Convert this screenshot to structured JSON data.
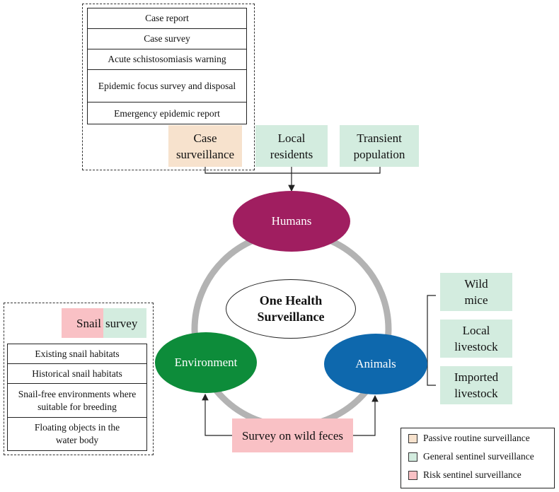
{
  "case_panel": {
    "items": [
      "Case report",
      "Case survey",
      "Acute schistosomiasis warning",
      "Epidemic focus survey and disposal",
      "Emergency epidemic report"
    ],
    "label": "Case surveillance"
  },
  "top_boxes": {
    "local_residents": "Local residents",
    "transient_population": "Transient population"
  },
  "center": {
    "label": "One Health Surveillance"
  },
  "nodes": {
    "humans": "Humans",
    "environment": "Environment",
    "animals": "Animals"
  },
  "snail_panel": {
    "header_part1": "Snail",
    "header_part2": "survey",
    "items": [
      "Existing snail habitats",
      "Historical snail habitats",
      "Snail-free environments where suitable for breeding",
      "Floating objects in the water body"
    ]
  },
  "animal_boxes": [
    "Wild mice",
    "Local livestock",
    "Imported livestock"
  ],
  "wild_feces": "Survey on wild feces",
  "legend": [
    {
      "label": "Passive routine surveillance",
      "color": "#f7e2cd"
    },
    {
      "label": "General sentinel surveillance",
      "color": "#d3ecdf"
    },
    {
      "label": "Risk sentinel surveillance",
      "color": "#f9c1c5"
    }
  ],
  "colors": {
    "humans": "#a01e60",
    "environment": "#0d8c3a",
    "animals": "#0e68ad",
    "ring": "#b3b3b3"
  }
}
